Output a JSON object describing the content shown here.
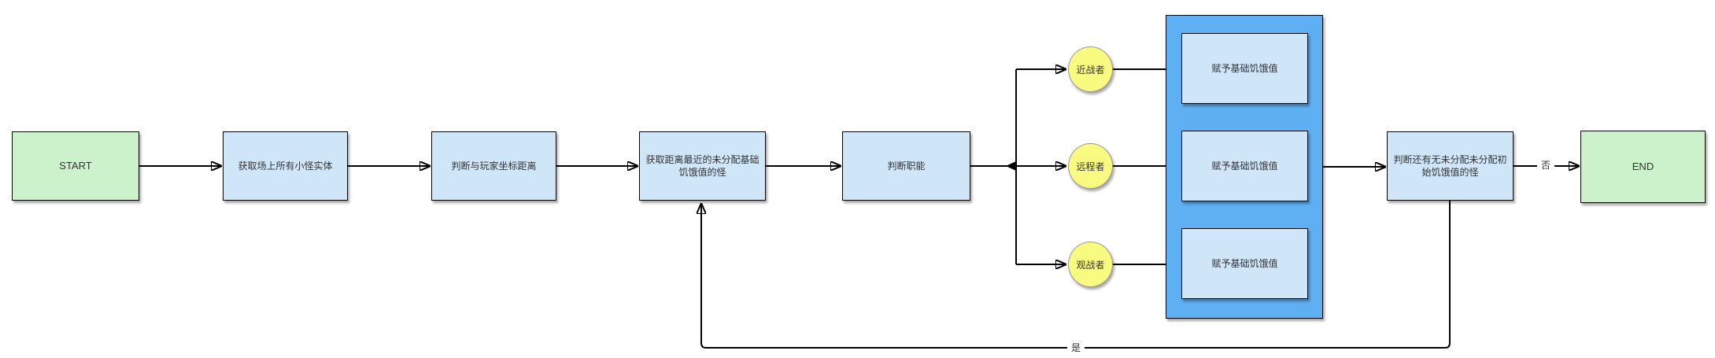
{
  "diagram": {
    "nodes": {
      "start": "START",
      "get_all_mobs": "获取场上所有小怪实体",
      "judge_player_distance": "判断与玩家坐标距离",
      "get_nearest_unassigned": "获取距离最近的未分配基础饥饿值的怪",
      "judge_role": "判断职能",
      "melee": "近战者",
      "ranged": "远程者",
      "spectator": "观战者",
      "assign_base_hunger_melee": "赋予基础饥饿值",
      "assign_base_hunger_ranged": "赋予基础饥饿值",
      "assign_base_hunger_spectator": "赋予基础饥饿值",
      "judge_remaining": "判断还有无未分配未分配初始饥饿值的怪",
      "end": "END"
    },
    "edge_labels": {
      "yes": "是",
      "no": "否"
    },
    "colors": {
      "background": "#ffffff",
      "node_border": "#000000",
      "edge": "#000000",
      "text": "#333333",
      "terminal_fill": "#ccf2cc",
      "process_fill": "#cfe5f8",
      "container_fill": "#5fb0f3",
      "branch_fill": "#f9fa80",
      "branch_border": "#999999",
      "label_bg": "#ffffff"
    }
  }
}
